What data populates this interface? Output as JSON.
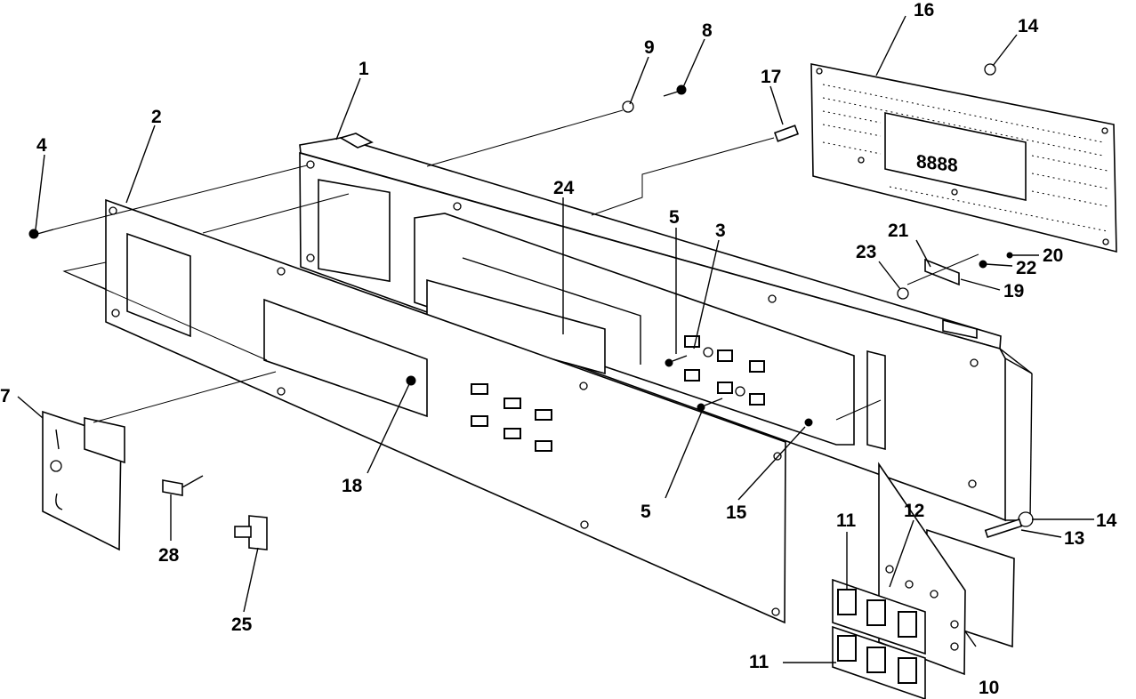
{
  "diagram": {
    "labels": [
      {
        "id": "1",
        "text": "1"
      },
      {
        "id": "2",
        "text": "2"
      },
      {
        "id": "3",
        "text": "3"
      },
      {
        "id": "4",
        "text": "4"
      },
      {
        "id": "5a",
        "text": "5"
      },
      {
        "id": "5b",
        "text": "5"
      },
      {
        "id": "7",
        "text": "7"
      },
      {
        "id": "8",
        "text": "8"
      },
      {
        "id": "9",
        "text": "9"
      },
      {
        "id": "10",
        "text": "10"
      },
      {
        "id": "11a",
        "text": "11"
      },
      {
        "id": "11b",
        "text": "11"
      },
      {
        "id": "12",
        "text": "12"
      },
      {
        "id": "13",
        "text": "13"
      },
      {
        "id": "14a",
        "text": "14"
      },
      {
        "id": "14b",
        "text": "14"
      },
      {
        "id": "15",
        "text": "15"
      },
      {
        "id": "16",
        "text": "16"
      },
      {
        "id": "17",
        "text": "17"
      },
      {
        "id": "18",
        "text": "18"
      },
      {
        "id": "19",
        "text": "19"
      },
      {
        "id": "20",
        "text": "20"
      },
      {
        "id": "21",
        "text": "21"
      },
      {
        "id": "22",
        "text": "22"
      },
      {
        "id": "23",
        "text": "23"
      },
      {
        "id": "24",
        "text": "24"
      },
      {
        "id": "25",
        "text": "25"
      },
      {
        "id": "28",
        "text": "28"
      }
    ],
    "display_readout": "8888"
  }
}
